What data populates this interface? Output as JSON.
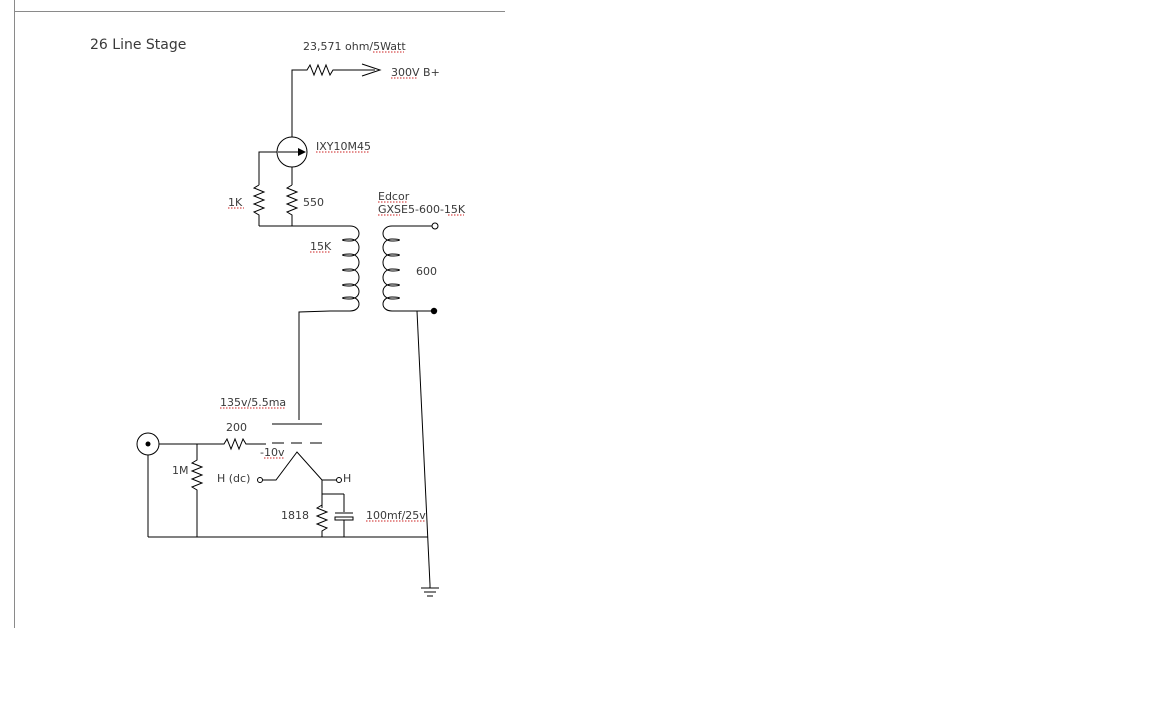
{
  "diagram": {
    "title": "26 Line Stage",
    "labels": {
      "plate_resistor": "23,571 ohm/5Watt",
      "supply": "300V B+",
      "ccs_device": "IXY10M45",
      "r_1k": "1K",
      "r_550": "550",
      "transformer_brand": "Edcor",
      "transformer_model": "GXSE5-600-15K",
      "primary": "15K",
      "secondary": "600",
      "operating_point": "135v/5.5ma",
      "grid_stopper": "200",
      "grid_bias": "-10v",
      "grid_leak": "1M",
      "heater_dc": "H (dc)",
      "heater": "H",
      "cathode_resistor": "1818",
      "cathode_cap": "100mf/25v"
    }
  }
}
